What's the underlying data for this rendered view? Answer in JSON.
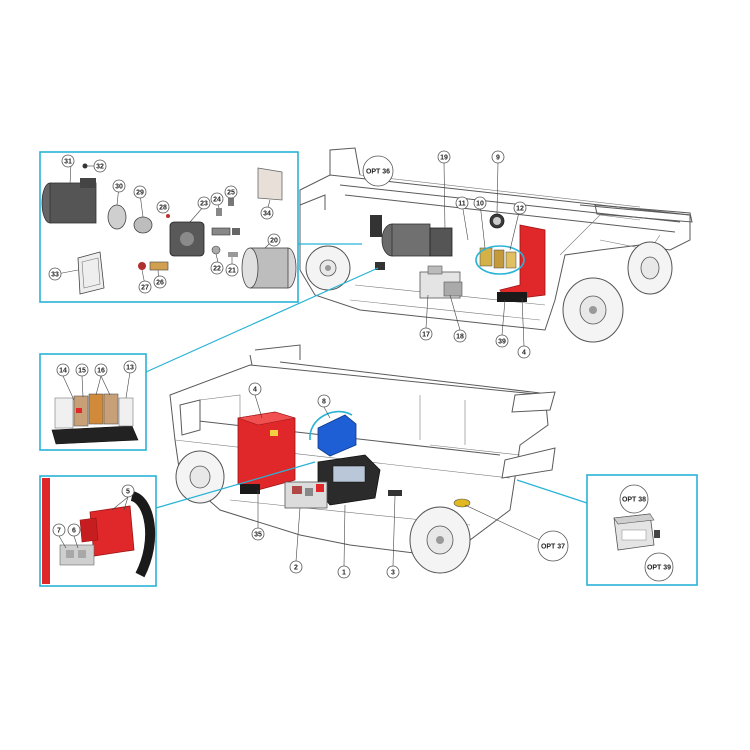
{
  "colors": {
    "accent": "#29b3d6",
    "battery_red": "#e0282a",
    "highlight_blue": "#1e5fd6",
    "frame_grey": "#5a5a5a"
  },
  "callouts": {
    "c1": "1",
    "c2": "2",
    "c3": "3",
    "c4_top": "4",
    "c4_bottom": "4",
    "c5": "5",
    "c6": "6",
    "c7": "7",
    "c8": "8",
    "c9": "9",
    "c10": "10",
    "c11": "11",
    "c12": "12",
    "c13": "13",
    "c14": "14",
    "c15": "15",
    "c16": "16",
    "c17": "17",
    "c18": "18",
    "c19": "19",
    "c20": "20",
    "c21": "21",
    "c22": "22",
    "c23": "23",
    "c24": "24",
    "c25": "25",
    "c26": "26",
    "c27": "27",
    "c28": "28",
    "c29": "29",
    "c30": "30",
    "c31": "31",
    "c32": "32",
    "c33": "33",
    "c34": "34",
    "c35": "35",
    "c39": "39"
  },
  "options": {
    "opt36": "OPT 36",
    "opt37": "OPT 37",
    "opt38": "OPT 38",
    "opt39": "OPT 39"
  }
}
